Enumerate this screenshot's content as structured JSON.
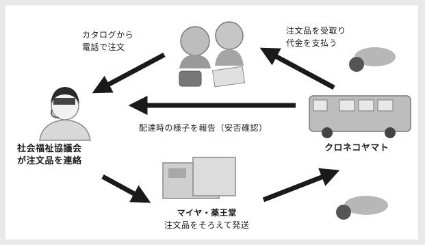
{
  "labels": {
    "catalog_order": [
      "カタログから",
      "電話で注文"
    ],
    "pickup_payment": [
      "注文品を受取り",
      "代金を支払う"
    ],
    "report": "配達時の様子を報告（安否確認）",
    "council": [
      "社会福祉協議会",
      "が注文品を連絡"
    ],
    "kuroneko": "クロネコヤマト",
    "pharmacy": [
      "マイヤ・薬王堂",
      "注文品をそろえて発送"
    ]
  },
  "colors": {
    "background": "#e9e9e9",
    "panel": "#ffffff",
    "arrow": "#1a1a1a",
    "illustration_gray": "#9a9a9a"
  },
  "icons": [
    "operator-icon",
    "elderly-couple-icon",
    "delivery-truck-icon",
    "store-box-icon",
    "leaf-decoration-icon"
  ]
}
